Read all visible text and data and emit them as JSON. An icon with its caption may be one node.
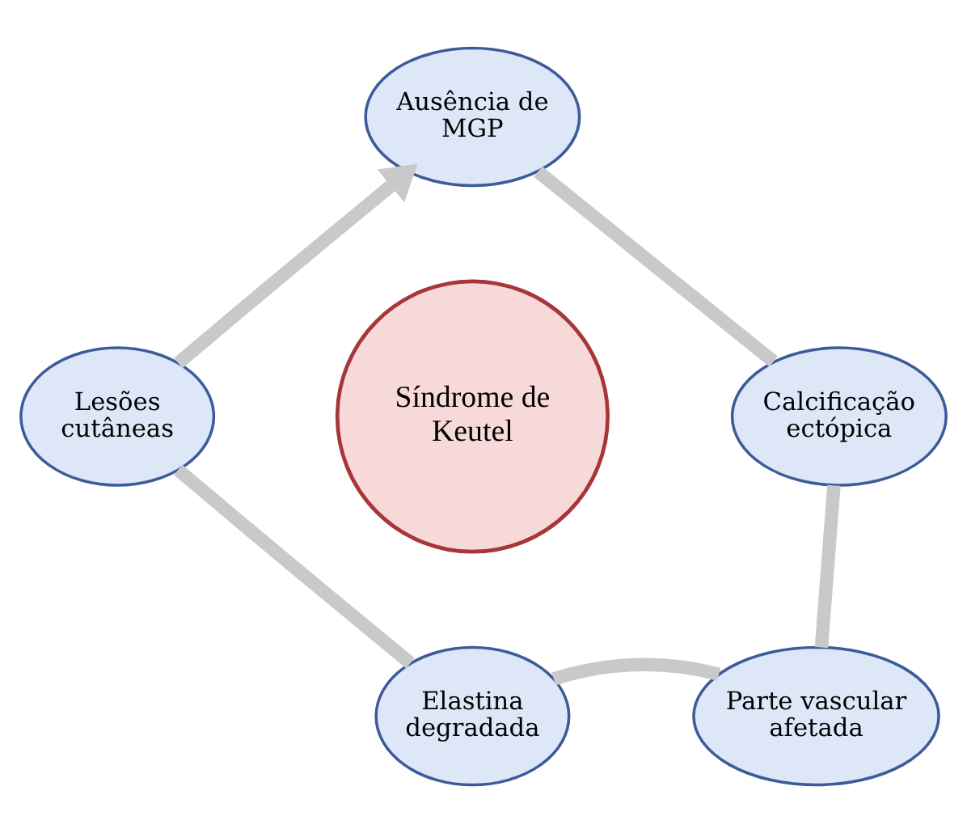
{
  "diagram": {
    "nodes": [
      {
        "text": [
          "Ausência de MGP"
        ]
      },
      {
        "text": [
          "Lesões cutâneas"
        ]
      },
      {
        "text": [
          "Síndrome de Keutel"
        ]
      },
      {
        "text": [
          "Calcificação ectópica"
        ]
      },
      {
        "text": [
          "Elastina degradada"
        ]
      },
      {
        "text": [
          "Parte vascular afetada"
        ]
      }
    ],
    "edges": [
      {
        "from": 0,
        "to": 3,
        "arrow": "none"
      },
      {
        "from": 3,
        "to": 5,
        "arrow": "none"
      },
      {
        "from": 5,
        "to": 4,
        "arrow": "none"
      },
      {
        "from": 4,
        "to": 1,
        "arrow": "none"
      },
      {
        "from": 1,
        "to": 0,
        "arrow": "to"
      }
    ]
  }
}
